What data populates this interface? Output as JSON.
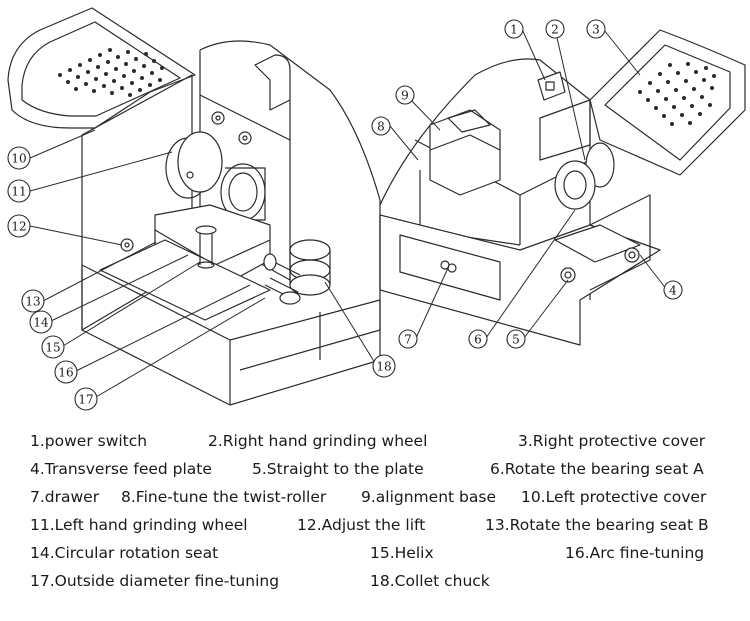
{
  "callouts": [
    "1",
    "2",
    "3",
    "4",
    "5",
    "6",
    "7",
    "8",
    "9",
    "10",
    "11",
    "12",
    "13",
    "14",
    "15",
    "16",
    "17",
    "18"
  ],
  "legend": [
    "1.power switch",
    "2.Right hand grinding wheel",
    "3.Right protective cover",
    "4.Transverse feed plate",
    "5.Straight to the plate",
    "6.Rotate the bearing seat A",
    "7.drawer",
    "8.Fine-tune the twist-roller",
    "9.alignment base",
    "10.Left protective cover",
    "11.Left hand grinding wheel",
    "12.Adjust the lift",
    "13.Rotate the bearing seat B",
    "14.Circular rotation seat",
    "15.Helix",
    "16.Arc fine-tuning",
    "17.Outside diameter fine-tuning",
    "18.Collet chuck"
  ],
  "colors": {
    "line": "#2b2b2b",
    "text": "#1a1a1a",
    "background": "#ffffff"
  }
}
